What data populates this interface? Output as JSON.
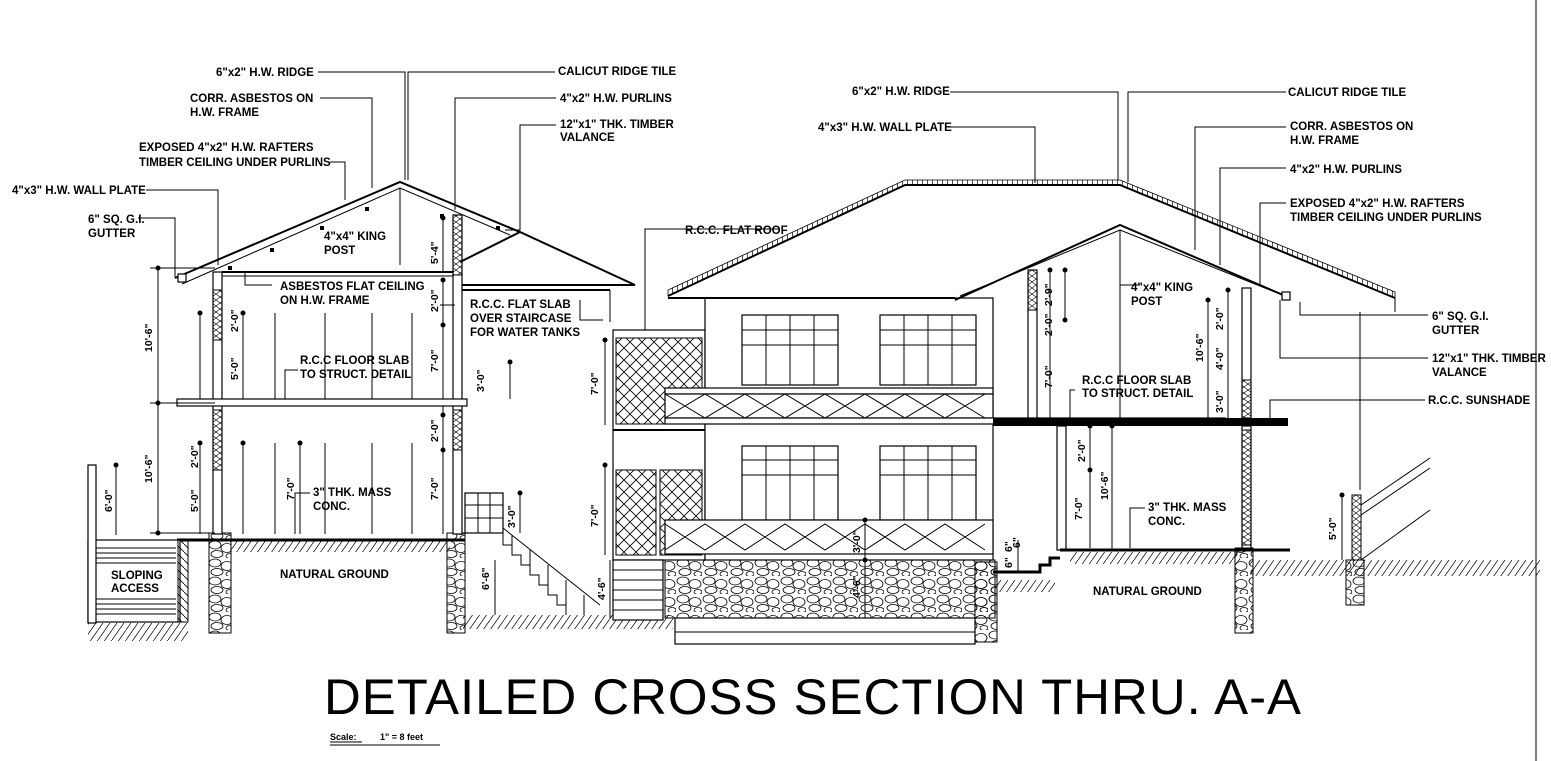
{
  "title": "DETAILED CROSS SECTION THRU. A-A",
  "scale": {
    "label": "Scale:",
    "value": "1\" = 8 feet"
  },
  "labels": {
    "l_ridge_left": "6\"x2\" H.W. RIDGE",
    "l_calicut_left": "CALICUT RIDGE TILE",
    "l_corr_left_1": "CORR. ASBESTOS ON",
    "l_corr_left_2": "H.W. FRAME",
    "l_purlins_left": "4\"x2\" H.W. PURLINS",
    "l_valance_left_1": "12\"x1\" THK. TIMBER",
    "l_valance_left_2": "VALANCE",
    "l_rafters_left_1": "EXPOSED 4\"x2\" H.W. RAFTERS",
    "l_rafters_left_2": "TIMBER CEILING UNDER PURLINS",
    "l_wallplate_left": "4\"x3\" H.W. WALL PLATE",
    "l_gutter_left_1": "6\" SQ. G.I.",
    "l_gutter_left_2": "GUTTER",
    "l_kingpost_left_1": "4\"x4\" KING",
    "l_kingpost_left_2": "POST",
    "l_asb_ceiling_1": "ASBESTOS FLAT CEILING",
    "l_asb_ceiling_2": "ON H.W. FRAME",
    "l_rcc_slab_stair_1": "R.C.C. FLAT SLAB",
    "l_rcc_slab_stair_2": "OVER STAIRCASE",
    "l_rcc_slab_stair_3": "FOR WATER TANKS",
    "l_rcc_floor_left_1": "R.C.C FLOOR SLAB",
    "l_rcc_floor_left_2": "TO STRUCT. DETAIL",
    "l_mass_left_1": "3\" THK. MASS",
    "l_mass_left_2": "CONC.",
    "l_natural_left": "NATURAL GROUND",
    "l_sloping_1": "SLOPING",
    "l_sloping_2": "ACCESS",
    "l_rcc_flat_roof": "R.C.C. FLAT ROOF",
    "l_ridge_right": "6\"x2\" H.W. RIDGE",
    "l_calicut_right": "CALICUT RIDGE TILE",
    "l_wallplate_right": "4\"x3\" H.W. WALL PLATE",
    "l_corr_right_1": "CORR. ASBESTOS ON",
    "l_corr_right_2": "H.W. FRAME",
    "l_purlins_right": "4\"x2\" H.W. PURLINS",
    "l_rafters_right_1": "EXPOSED 4\"x2\" H.W. RAFTERS",
    "l_rafters_right_2": "TIMBER CEILING UNDER PURLINS",
    "l_kingpost_right_1": "4\"x4\" KING",
    "l_kingpost_right_2": "POST",
    "l_gutter_right_1": "6\" SQ. G.I.",
    "l_gutter_right_2": "GUTTER",
    "l_valance_right_1": "12\"x1\" THK. TIMBER",
    "l_valance_right_2": "VALANCE",
    "l_rcc_floor_right_1": "R.C.C FLOOR SLAB",
    "l_rcc_floor_right_2": "TO STRUCT. DETAIL",
    "l_sunshade": "R.C.C. SUNSHADE",
    "l_mass_right_1": "3\" THK. MASS",
    "l_mass_right_2": "CONC.",
    "l_natural_right": "NATURAL GROUND"
  },
  "dims": {
    "d_10_6_upper": "10'-6\"",
    "d_10_6_lower": "10'-6\"",
    "d_5_4": "5'-4\"",
    "d_2_0_a": "2'-0\"",
    "d_2_0_b": "2'-0\"",
    "d_5_0_a": "5'-0\"",
    "d_7_0_a": "7'-0\"",
    "d_3_0_a": "3'-0\"",
    "d_2_0_c": "2'-0\"",
    "d_2_0_d": "2'-0\"",
    "d_5_0_b": "5'-0\"",
    "d_7_0_b": "7'-0\"",
    "d_7_0_c": "7'-0\"",
    "d_6_0": "6'-0\"",
    "d_3_0_b": "3'-0\"",
    "d_6_6": "6'-6\"",
    "d_4_6_a": "4'-6\"",
    "d_7_0_d": "7'-0\"",
    "d_7_0_e": "7'-0\"",
    "d_3_0_c": "3'-0\"",
    "d_4_6_b": "4'-6\"",
    "d_2_9": "2'-9\"",
    "d_2_0_e": "2'-0\"",
    "d_7_0_f": "7'-0\"",
    "d_10_6_r1": "10'-6\"",
    "d_2_0_f": "2'-0\"",
    "d_4_0": "4'-0\"",
    "d_3_0_d": "3'-0\"",
    "d_2_0_g": "2'-0\"",
    "d_7_0_g": "7'-0\"",
    "d_10_6_r2": "10'-6\"",
    "d_6_a": "6\"",
    "d_6_b": "6\"",
    "d_6_c": "6\"",
    "d_5_0_c": "5'-0\""
  }
}
